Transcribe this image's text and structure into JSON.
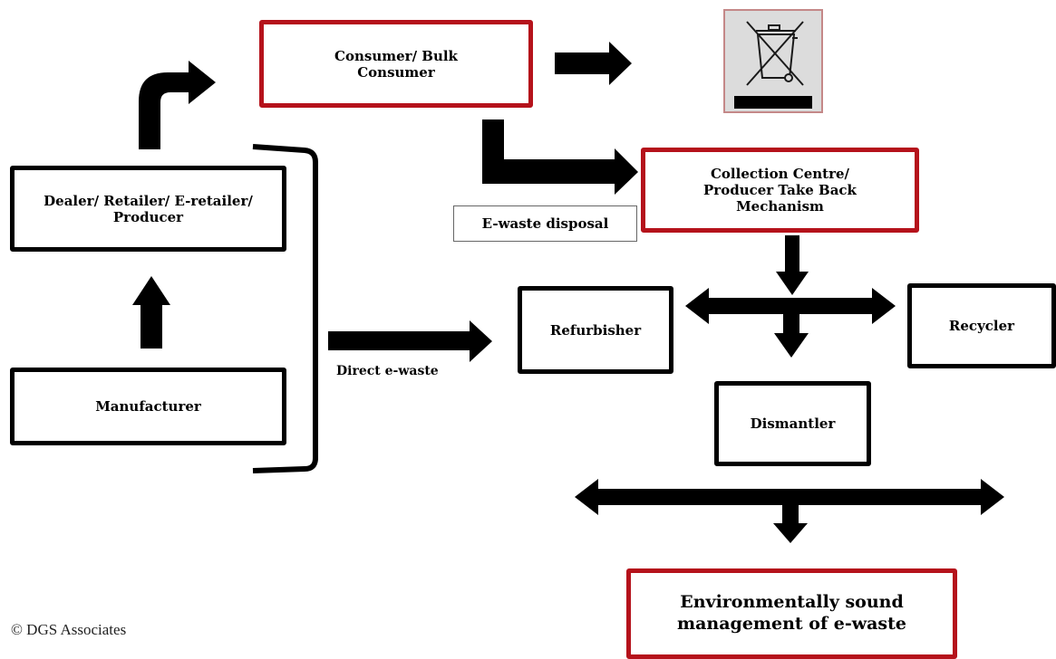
{
  "nodes": {
    "consumer": "Consumer/ Bulk Consumer",
    "dealer": "Dealer/ Retailer/ E-retailer/ Producer",
    "manufacturer": "Manufacturer",
    "collection": "Collection Centre/ Producer Take Back Mechanism",
    "refurbisher": "Refurbisher",
    "recycler": "Recycler",
    "dismantler": "Dismantler",
    "esm": "Environmentally sound management of e-waste"
  },
  "labels": {
    "ewaste_disposal": "E-waste disposal",
    "direct_ewaste": "Direct e-waste"
  },
  "icons": {
    "bin": "crossed-out-wheelie-bin-icon"
  },
  "colors": {
    "accent_border": "#b5121b",
    "box_border": "#000000"
  },
  "footer": {
    "copyright": "© DGS Associates"
  }
}
